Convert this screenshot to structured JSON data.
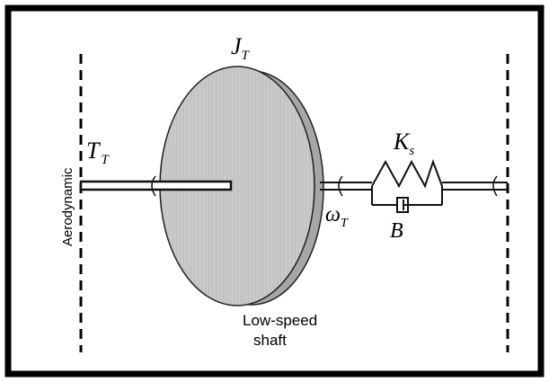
{
  "diagram": {
    "labels": {
      "inertia": "J",
      "inertia_sub": "T",
      "torque": "T",
      "torque_sub": "T",
      "stiffness": "K",
      "stiffness_sub": "s",
      "speed": "ω",
      "speed_sub": "T",
      "damping": "B",
      "aerodynamic": "Aerodynamic",
      "shaft_line1": "Low-speed",
      "shaft_line2": "shaft"
    },
    "colors": {
      "frame": "#000000",
      "background": "#ffffff",
      "disk_face": "#c9c9c9",
      "disk_edge": "#a6a6a6",
      "stroke": "#111111"
    }
  }
}
